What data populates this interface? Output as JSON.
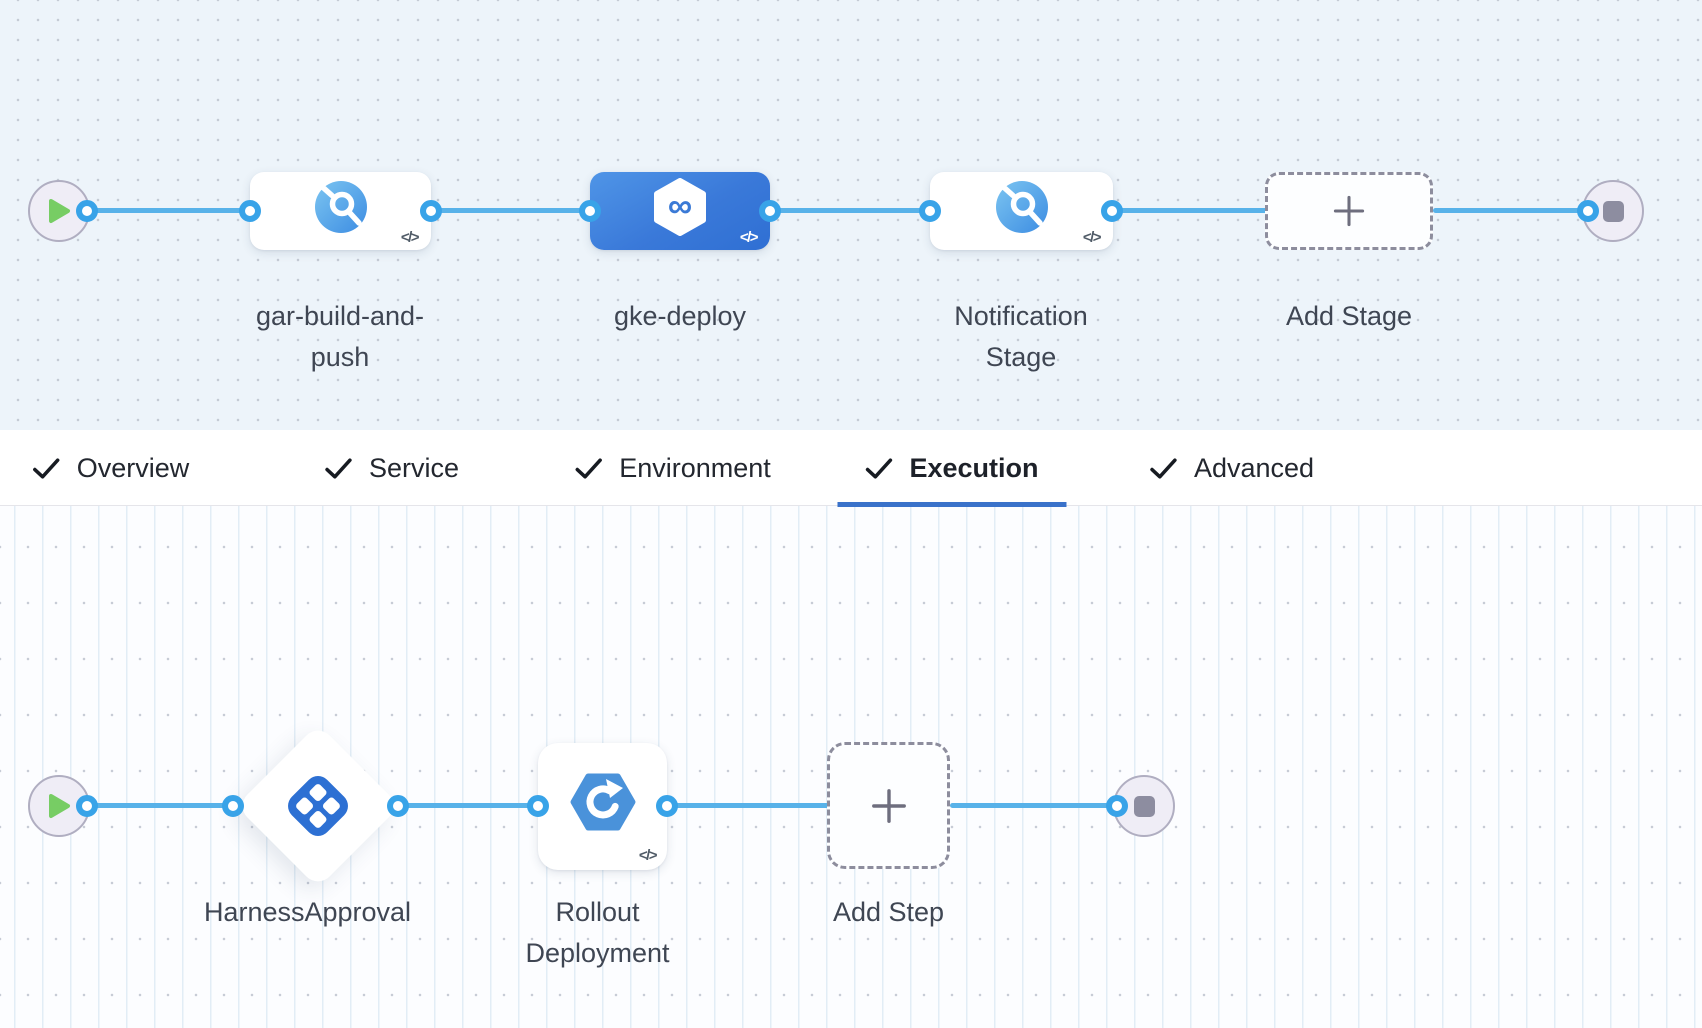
{
  "pipeline": {
    "stages": [
      {
        "name": "gar-build-and-push",
        "type": "ci-stage",
        "selected": false
      },
      {
        "name": "gke-deploy",
        "type": "cd-stage",
        "selected": true
      },
      {
        "name": "Notification Stage",
        "type": "ci-stage",
        "selected": false
      }
    ],
    "add_stage": {
      "label": "Add Stage"
    }
  },
  "tabs": {
    "items": [
      {
        "label": "Overview",
        "checked": true,
        "active": false
      },
      {
        "label": "Service",
        "checked": true,
        "active": false
      },
      {
        "label": "Environment",
        "checked": true,
        "active": false
      },
      {
        "label": "Execution",
        "checked": true,
        "active": true
      },
      {
        "label": "Advanced",
        "checked": true,
        "active": false
      }
    ]
  },
  "execution": {
    "steps": [
      {
        "name": "HarnessApproval",
        "type": "approval-step"
      },
      {
        "name": "Rollout Deployment",
        "type": "rollout-step"
      }
    ],
    "add_step": {
      "label": "Add Step"
    }
  },
  "glyphs": {
    "code": "</>",
    "infinity": "∞"
  },
  "colors": {
    "edge_blue": "#58b2e9",
    "port_blue": "#38a3e8",
    "selected_stage_blue": "#3a79d9",
    "active_tab_underline": "#3a72ca",
    "canvas_top_bg": "#edf4fa",
    "play_green": "#77cd64",
    "stop_gray": "#8d8da0"
  }
}
